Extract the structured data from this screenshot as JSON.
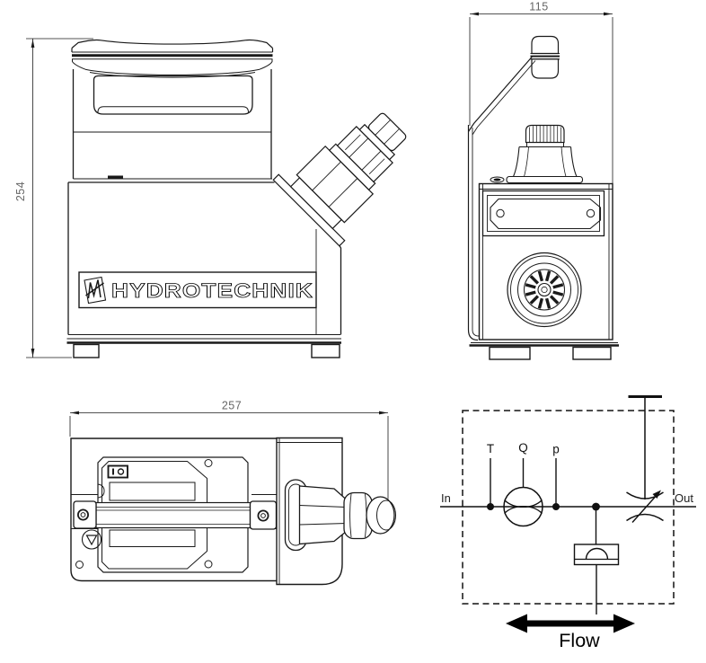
{
  "drawing": {
    "front_view": {
      "height_dim": "254",
      "brand": "HYDROTECHNIK"
    },
    "side_view": {
      "width_dim": "115"
    },
    "top_view": {
      "width_dim": "257"
    },
    "schematic": {
      "temperature_label": "T",
      "flow_rate_label": "Q",
      "pressure_label": "p",
      "inlet_label": "In",
      "outlet_label": "Out",
      "flow_direction_label": "Flow"
    },
    "colors": {
      "line": "#1a1a1a",
      "dim_text": "#666666",
      "background": "#ffffff"
    }
  }
}
